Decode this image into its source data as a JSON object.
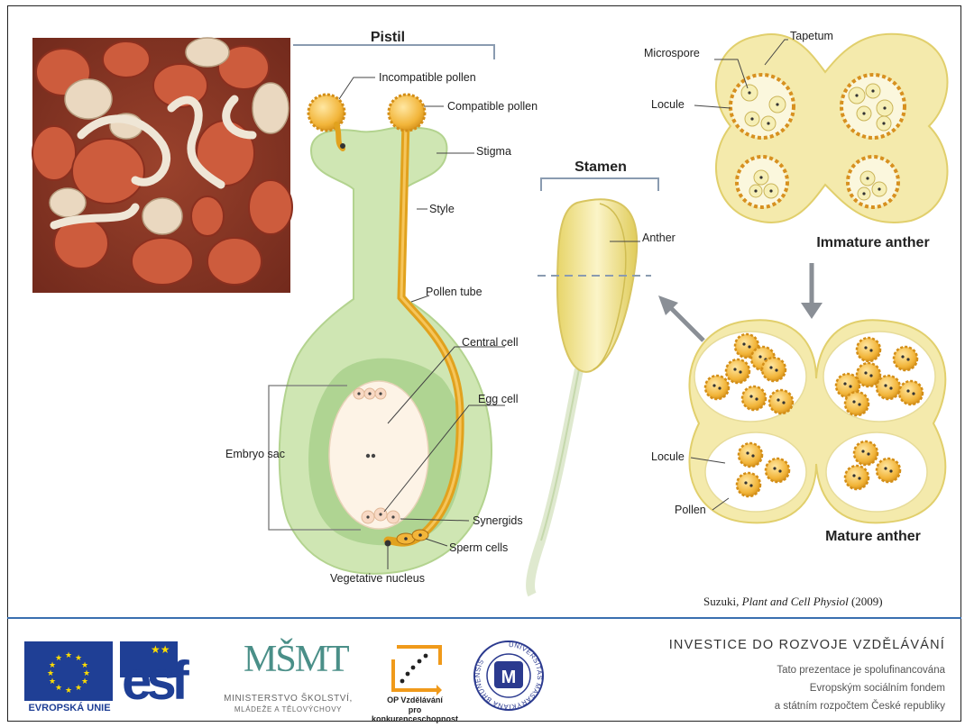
{
  "diagram": {
    "pistil_title": "Pistil",
    "stamen_title": "Stamen",
    "labels": {
      "incompatible_pollen": "Incompatible pollen",
      "compatible_pollen": "Compatible pollen",
      "stigma": "Stigma",
      "style": "Style",
      "pollen_tube": "Pollen tube",
      "central_cell": "Central cell",
      "egg_cell": "Egg cell",
      "embryo_sac": "Embryo sac",
      "synergids": "Synergids",
      "sperm_cells": "Sperm cells",
      "vegetative_nucleus": "Vegetative nucleus",
      "anther": "Anther",
      "tapetum": "Tapetum",
      "microspore": "Microspore",
      "locule_immature": "Locule",
      "immature_anther": "Immature anther",
      "locule_mature": "Locule",
      "pollen": "Pollen",
      "mature_anther": "Mature anther"
    },
    "colors": {
      "pistil_green": "#cfe6b3",
      "pollen_tube": "#e1a21e",
      "anther_yellow": "#f2e8a6",
      "pollen_orange": "#f0b93a",
      "arrow_gray": "#8a8f96"
    }
  },
  "citation": {
    "author": "Suzuki,",
    "journal": "Plant and Cell Physiol",
    "year": "(2009)"
  },
  "footer": {
    "eu_label": "EVROPSKÁ UNIE",
    "esf_label": "esf",
    "msmt_label": "MŠMT",
    "msmt_caption_1": "MINISTERSTVO ŠKOLSTVÍ,",
    "msmt_caption_2": "MLÁDEŽE A TĚLOVÝCHOVY",
    "op_caption_1": "OP Vzdělávání",
    "op_caption_2": "pro konkurenceschopnost",
    "uni_ring": "UNIVERSITAS MASARYKIANA BRUNENSIS",
    "uni_letters": "M",
    "invest_title": "INVESTICE DO ROZVOJE VZDĚLÁVÁNÍ",
    "invest_lines": [
      "Tato prezentace je spolufinancována",
      "Evropským sociálním fondem",
      "a státním rozpočtem České republiky"
    ]
  }
}
